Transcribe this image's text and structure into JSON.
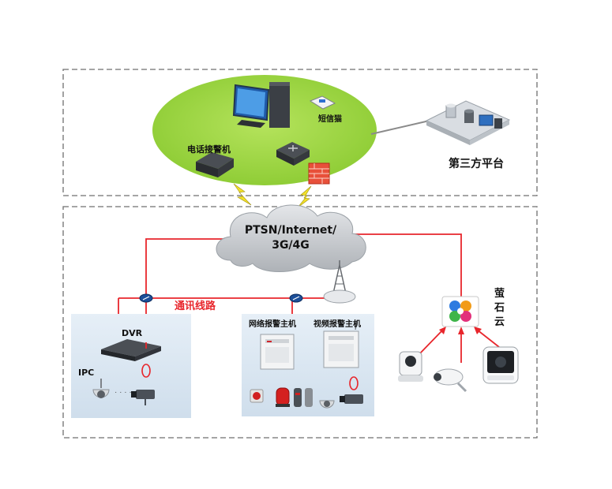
{
  "labels": {
    "sms_cat": "短信猫",
    "phone_alarm": "电话接警机",
    "third_party": "第三方平台",
    "cloud_line1": "PTSN/Internet/",
    "cloud_line2": "3G/4G",
    "comm_line": "通讯线路",
    "ezviz": "萤石云",
    "dvr": "DVR",
    "ipc": "IPC",
    "net_alarm_host": "网络报警主机",
    "video_alarm_host": "视频报警主机"
  },
  "colors": {
    "link_red": "#e8262c",
    "ellipse_green": "#9bd640",
    "panel_blue": "#dbe8f3",
    "dash_gray": "#6f6f6f",
    "lightning_yellow": "#f2e12a",
    "cloud_gray": "#c9ccd0"
  },
  "icons": [
    "computer-icon",
    "sms-modem-icon",
    "network-switch-icon",
    "alarm-receiver-icon",
    "firewall-icon",
    "server-rack-icon",
    "cloud-icon",
    "signal-tower-icon",
    "ezviz-logo-icon",
    "dvr-icon",
    "dome-camera-icon",
    "box-camera-icon",
    "alarm-panel-icon",
    "siren-icon",
    "cube-camera-icon"
  ]
}
